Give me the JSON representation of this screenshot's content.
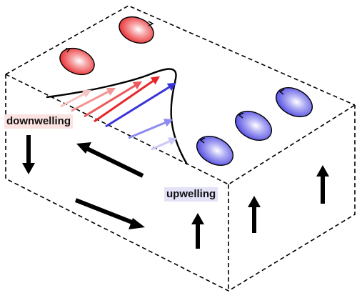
{
  "labels": {
    "downwelling": "downwelling",
    "upwelling": "upwelling"
  },
  "colors": {
    "warm": "#e8262a",
    "cold": "#3a34d8",
    "warm_label_bg": "#fbe3e1",
    "cold_label_bg": "#e4e2f7",
    "outline": "#000000"
  },
  "eddies": {
    "warm_count": 2,
    "cold_count": 3
  },
  "arrows": {
    "downward": 1,
    "upward": 3,
    "horizontal": 2
  }
}
